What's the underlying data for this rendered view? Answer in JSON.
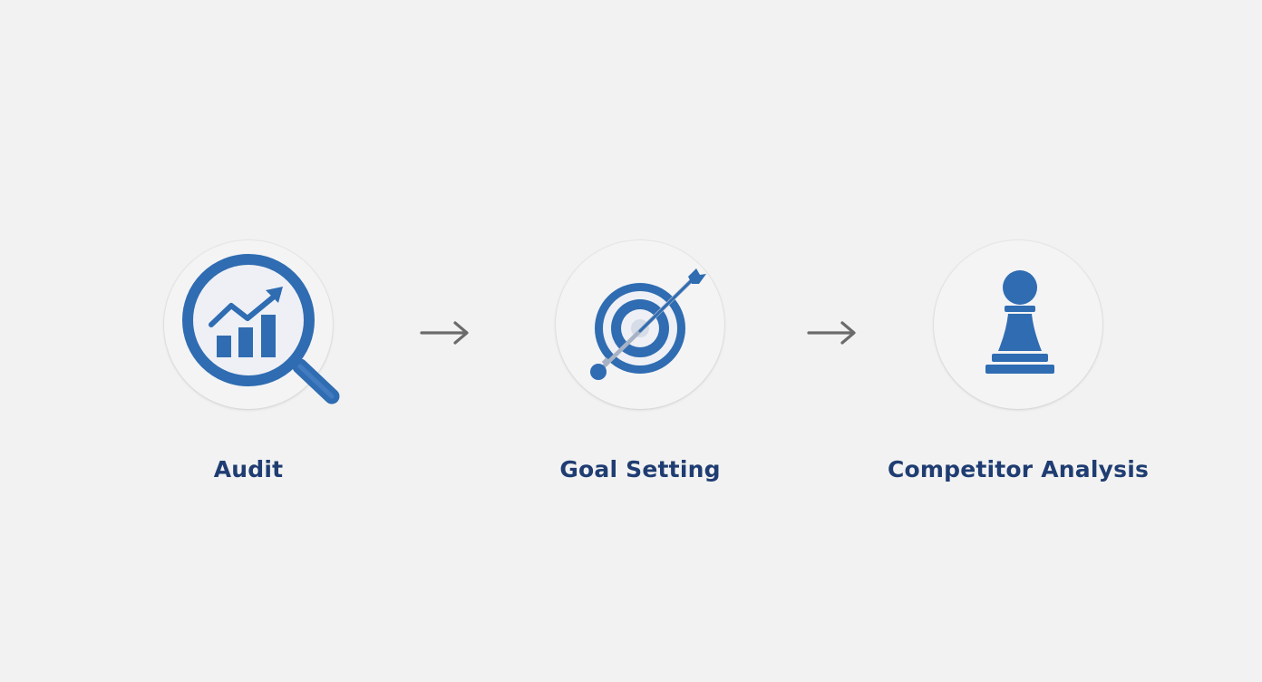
{
  "diagram": {
    "accent_color": "#2f6cb2",
    "text_color": "#1f3d72",
    "arrow_color": "#6b6b6b",
    "steps": [
      {
        "label": "Audit",
        "icon": "magnifier-chart-icon"
      },
      {
        "label": "Goal Setting",
        "icon": "target-arrow-icon"
      },
      {
        "label": "Competitor Analysis",
        "icon": "chess-pawn-icon"
      }
    ],
    "connectors": [
      {
        "icon": "right-arrow-icon"
      },
      {
        "icon": "right-arrow-icon"
      }
    ]
  }
}
